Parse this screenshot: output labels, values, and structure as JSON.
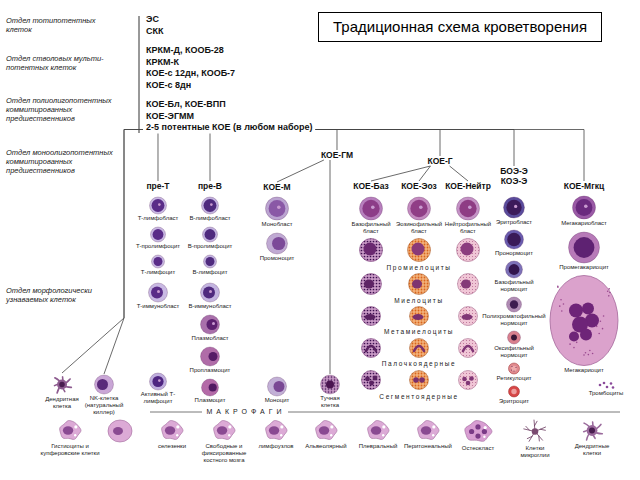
{
  "diagram": {
    "title": "Традиционная схема кроветворения",
    "nodes": [
      {
        "text": [
          "ЭС",
          "СКК",
          "КРКМ-Д, КООБ-28",
          "КРКМ-К",
          "КОЕ-с 12дн, КООБ-7",
          "КОЕ-с 8дн",
          "КОЕ-Бл, КОЕ-ВПП",
          "КОЕ-ЭГММ",
          "2-5 потентные КОЕ (в любом наборе)"
        ]
      },
      {
        "text": [
          "КОЕ-ГМ"
        ]
      },
      {
        "text": [
          "КОЕ-Г"
        ]
      },
      {
        "text": [
          "пре-Т"
        ]
      },
      {
        "text": [
          "пре-В"
        ]
      },
      {
        "text": [
          "КОЕ-М"
        ]
      },
      {
        "text": [
          "КОЕ-Баз"
        ]
      },
      {
        "text": [
          "КОЕ-Эоз"
        ]
      },
      {
        "text": [
          "КОЕ-Нейтр"
        ]
      },
      {
        "text": [
          "БОЭ-Э КОЭ-Э"
        ]
      },
      {
        "text": [
          "КОЕ-Мгкц"
        ]
      },
      {
        "text": [
          "Т-лимфобласт"
        ]
      },
      {
        "text": [
          "Т-пролимфоцит"
        ]
      },
      {
        "text": [
          "Т-лимфоцит"
        ]
      },
      {
        "text": [
          "Т-иммунобласт"
        ]
      },
      {
        "text": [
          "В-лимфобласт"
        ]
      },
      {
        "text": [
          "В-пролимфоцит"
        ]
      },
      {
        "text": [
          "В-лимфоцит"
        ]
      },
      {
        "text": [
          "В-иммунобласт"
        ]
      },
      {
        "text": [
          "Плазмобласт"
        ]
      },
      {
        "text": [
          "Проплазмоцит"
        ]
      },
      {
        "text": [
          "Монобласт"
        ]
      },
      {
        "text": [
          "Промоноцит"
        ]
      },
      {
        "text": [
          "Базофильный бласт"
        ]
      },
      {
        "text": [
          "Эозинофильный бласт"
        ]
      },
      {
        "text": [
          "Нейтрофильный бласт"
        ]
      },
      {
        "text": [
          "Эритробласт"
        ]
      },
      {
        "text": [
          "Пронормоцит"
        ]
      },
      {
        "text": [
          "Базофильный нормоцит"
        ]
      },
      {
        "text": [
          "Полихроматофильный нормоцит"
        ]
      },
      {
        "text": [
          "Оксифильный нормоцит"
        ]
      },
      {
        "text": [
          "Ретикулоцит"
        ]
      },
      {
        "text": [
          "Эритроцит"
        ]
      },
      {
        "text": [
          "Мегакариобласт"
        ]
      },
      {
        "text": [
          "Промегакариоцит"
        ]
      },
      {
        "text": [
          "Мегакариоцит"
        ]
      },
      {
        "text": [
          "Тромбоциты"
        ]
      },
      {
        "text": [
          "Дендритная клетка"
        ]
      },
      {
        "text": [
          "NK-клетка (натуральный киллер)"
        ]
      },
      {
        "text": [
          "Активный Т-лимфоцит"
        ]
      },
      {
        "text": [
          "Плазмоцит"
        ]
      },
      {
        "text": [
          "Моноцит"
        ]
      },
      {
        "text": [
          "Тучная клетка"
        ]
      },
      {
        "text": [
          "Гистиоциты и купферовские клетки"
        ]
      },
      {
        "text": [
          "селезенки"
        ]
      },
      {
        "text": [
          "Свободные и фиксированные костного мозга"
        ]
      },
      {
        "text": [
          "лимфоузлов"
        ]
      },
      {
        "text": [
          "Альвеолярный"
        ]
      },
      {
        "text": [
          "Плевральный"
        ]
      },
      {
        "text": [
          "Перитонеальный"
        ]
      },
      {
        "text": [
          "Остеокласт"
        ]
      },
      {
        "text": [
          "Клетки микроглии"
        ]
      },
      {
        "text": [
          "Дендритные клетки"
        ]
      }
    ],
    "edges": [
      {
        "from": 0,
        "to": 1,
        "arrow": "none"
      },
      {
        "from": 0,
        "to": 2,
        "arrow": "none"
      },
      {
        "from": 0,
        "to": 3,
        "arrow": "none"
      },
      {
        "from": 0,
        "to": 4,
        "arrow": "none"
      },
      {
        "from": 0,
        "to": 9,
        "arrow": "none"
      },
      {
        "from": 0,
        "to": 10,
        "arrow": "none"
      },
      {
        "from": 0,
        "to": 37,
        "arrow": "none"
      },
      {
        "from": 0,
        "to": 38,
        "arrow": "none"
      },
      {
        "from": 1,
        "to": 5,
        "arrow": "none"
      },
      {
        "from": 1,
        "to": 42,
        "arrow": "none"
      },
      {
        "from": 2,
        "to": 6,
        "arrow": "none"
      },
      {
        "from": 2,
        "to": 7,
        "arrow": "none"
      },
      {
        "from": 2,
        "to": 8,
        "arrow": "none"
      }
    ],
    "labels": [
      "Отдел тотипотентных клеток",
      "Отдел стволовых мульти-потентных клеток",
      "Отдел полиолигопотентных коммитированных предшественников",
      "Отдел моноолигопотентных коммитированных предшественников",
      "Отдел морфологически узнаваемых клеток",
      "Промиелоциты",
      "Миелоциты",
      "Метамиелоциты",
      "Палочкоядерные",
      "Сегментоядерные",
      "МАКРОФАГИ"
    ]
  }
}
